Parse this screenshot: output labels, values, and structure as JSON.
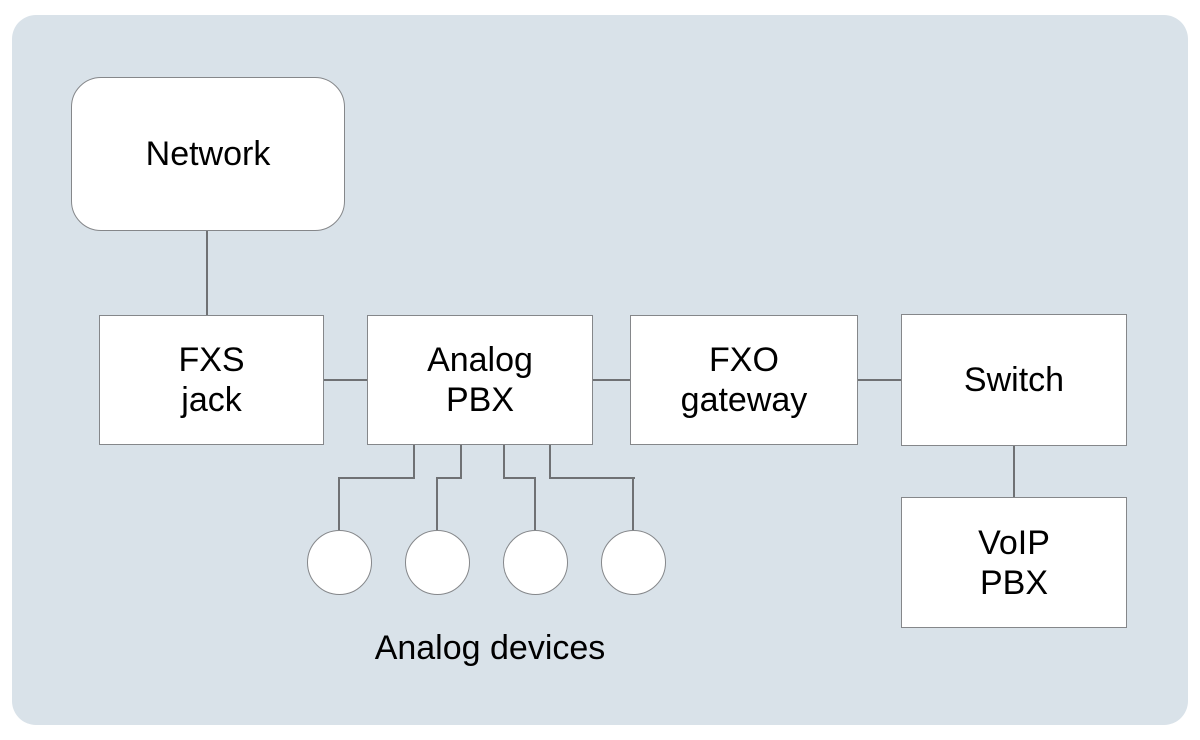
{
  "diagram": {
    "nodes": {
      "network": {
        "label": "Network",
        "shape": "rounded-rectangle"
      },
      "fxs_jack": {
        "label": "FXS\njack",
        "shape": "rectangle"
      },
      "analog_pbx": {
        "label": "Analog\nPBX",
        "shape": "rectangle"
      },
      "fxo_gateway": {
        "label": "FXO\ngateway",
        "shape": "rectangle"
      },
      "switch": {
        "label": "Switch",
        "shape": "rectangle"
      },
      "voip_pbx": {
        "label": "VoIP\nPBX",
        "shape": "rectangle"
      }
    },
    "connections": [
      "Network - FXS jack",
      "FXS jack - Analog PBX",
      "Analog PBX - FXO gateway",
      "FXO gateway - Switch",
      "Switch - VoIP PBX",
      "Analog PBX - analog device 1",
      "Analog PBX - analog device 2",
      "Analog PBX - analog device 3",
      "Analog PBX - analog device 4"
    ],
    "analog_device_count": 4,
    "caption": "Analog devices",
    "colors": {
      "panel_background": "#d9e2e9",
      "node_fill": "#ffffff",
      "node_border": "#85878a",
      "connector_line": "#6f7174",
      "text": "#000000"
    }
  }
}
